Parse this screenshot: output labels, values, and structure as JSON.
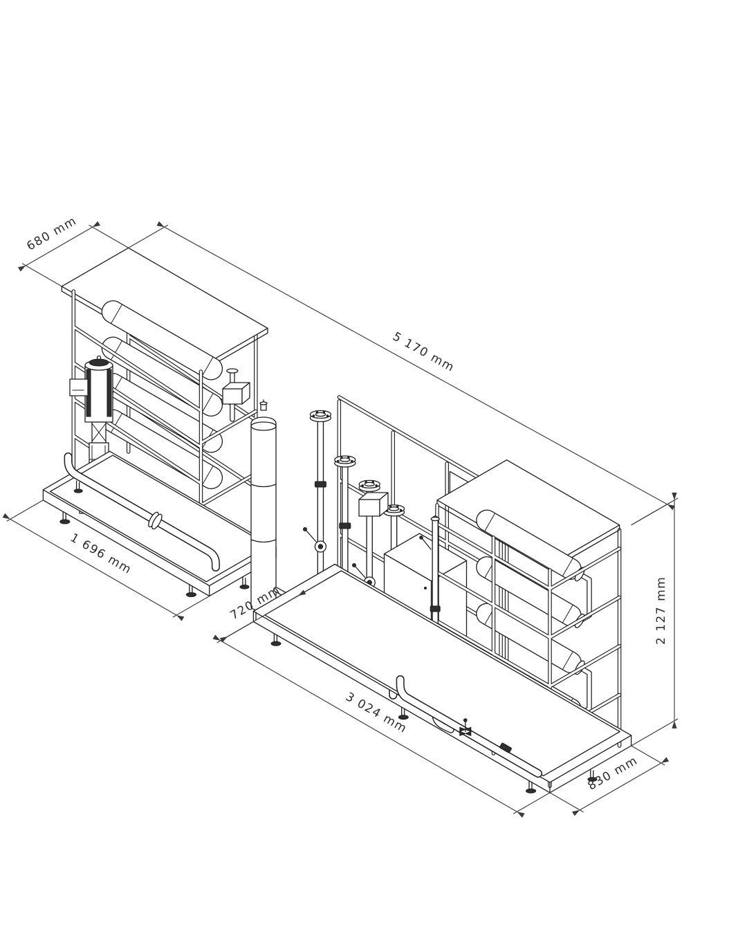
{
  "drawing": {
    "type": "isometric CAD dimension drawing",
    "subject": "skid-mounted reverse-osmosis membrane filtration unit",
    "units": "mm",
    "colors": {
      "background": "#ffffff",
      "line": "#1c1c1c",
      "dimension_line": "#3a3a3a",
      "text": "#2b2b2b"
    },
    "dimensions": {
      "left_rack_depth": "680 mm",
      "overall_length": "5 170 mm",
      "left_skid_length": "1 696 mm",
      "skid_offset": "720 mm",
      "right_skid_length": "3 024 mm",
      "overall_height": "2 127 mm",
      "right_rack_depth": "830 mm"
    },
    "components": [
      "left membrane rack with four pressure vessels",
      "vertical multistage high-pressure pump",
      "cartridge filter housing",
      "flanged riser pipes",
      "butterfly valves",
      "actuated valves",
      "control cabinet",
      "instrument panel with gauge holes",
      "right membrane rack with four pressure vessels",
      "base skids with leveling feet"
    ]
  }
}
